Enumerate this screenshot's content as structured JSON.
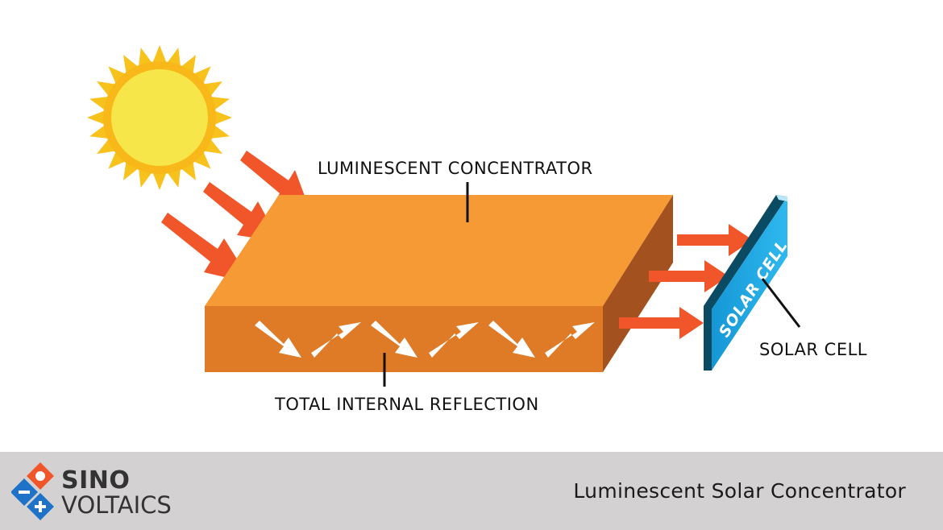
{
  "labels": {
    "luminescent_concentrator": "LUMINESCENT CONCENTRATOR",
    "total_internal_reflection": "TOTAL INTERNAL REFLECTION",
    "solar_cell": "SOLAR CELL",
    "solar_cell_panel_text": "SOLAR CELL"
  },
  "footer": {
    "title": "Luminescent Solar Concentrator",
    "logo_line1": "SINO",
    "logo_line2": "VOLTAICS"
  },
  "colors": {
    "sun_outer": "#f7c21c",
    "sun_inner": "#f6e64a",
    "incoming_arrow": "#f0562a",
    "concentrator_top": "#f59a34",
    "concentrator_front": "#e07a27",
    "concentrator_side": "#a3521f",
    "solar_cell": "#1ea7e4",
    "solar_cell_edge": "#0b4a63",
    "footer_bg": "#d3d1d1",
    "logo_orange": "#f0562a",
    "logo_blue": "#1e73c8"
  }
}
